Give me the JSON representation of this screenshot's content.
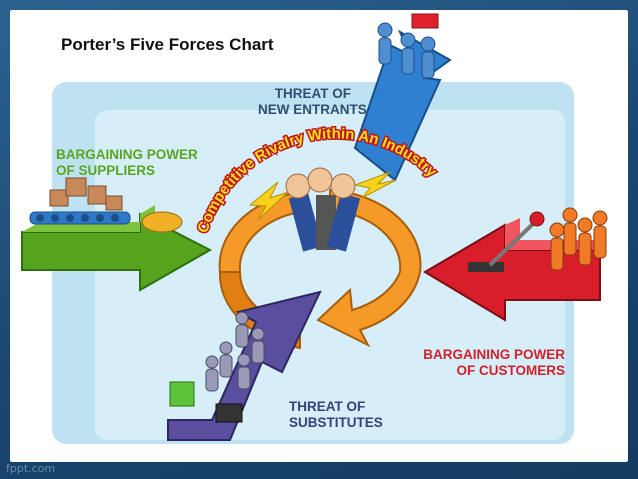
{
  "title": "Porter’s Five Forces Chart",
  "center": {
    "text": "Competitive Rivalry Within An Industry"
  },
  "forces": {
    "new_entrants": {
      "line1": "THREAT OF",
      "line2": "NEW ENTRANTS",
      "color": "#2f80d0"
    },
    "suppliers": {
      "line1": "BARGAINING POWER",
      "line2": "OF SUPPLIERS",
      "color": "#5aa520"
    },
    "customers": {
      "line1": "BARGAINING POWER",
      "line2": "OF CUSTOMERS",
      "color": "#d3202c"
    },
    "substitutes": {
      "line1": "THREAT OF",
      "line2": "SUBSTITUTES",
      "color": "#5a4e9e"
    }
  },
  "watermark": "fppt.com"
}
